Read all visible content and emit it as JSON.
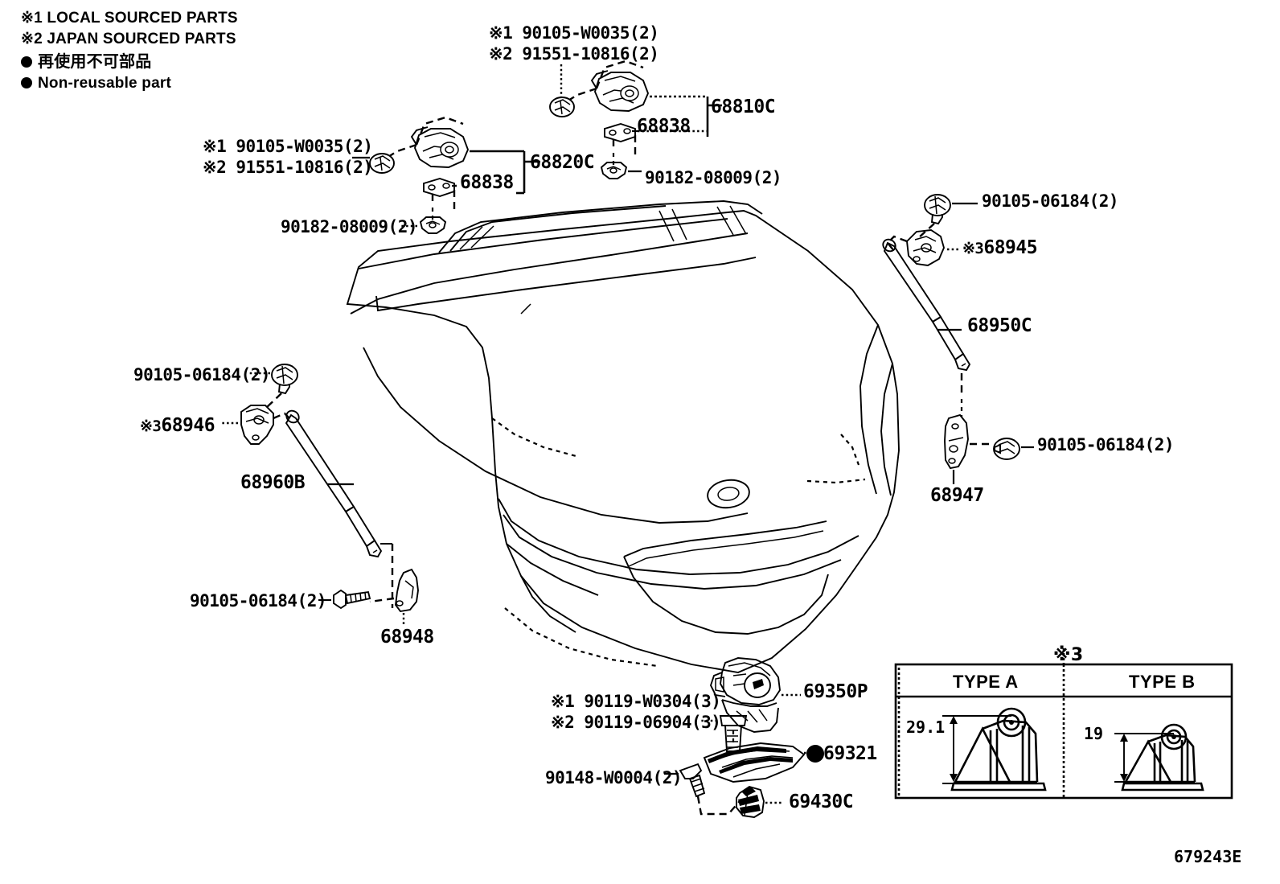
{
  "diagram": {
    "drawing_number": "679243E",
    "title_domain": "tailgate-assembly-parts-diagram"
  },
  "legend": {
    "mark1": "※1  LOCAL SOURCED PARTS",
    "mark2": "※2  JAPAN SOURCED PARTS",
    "nonreusable_jp": "再使用不可部品",
    "nonreusable_en": "Non-reusable part"
  },
  "labels": {
    "hinge_right_mark1": "※1 90105-W0035(2)",
    "hinge_right_mark2": "※2 91551-10816(2)",
    "hinge_right_group": "68810C",
    "hinge_right_shim": "68838",
    "hinge_right_nut": "90182-08009(2)",
    "hinge_left_mark1": "※1 90105-W0035(2)",
    "hinge_left_mark2": "※2 91551-10816(2)",
    "hinge_left_group": "68820C",
    "hinge_left_shim": "68838",
    "hinge_left_nut": "90182-08009(2)",
    "stay_rh_ball_top": "90105-06184(2)",
    "stay_rh_bracket_top": "68945",
    "stay_rh_bracket_top_mark": "※3",
    "stay_rh": "68950C",
    "stay_rh_ball_bottom": "90105-06184(2)",
    "stay_rh_bracket_bottom": "68947",
    "stay_lh_ball_top": "90105-06184(2)",
    "stay_lh_bracket_top": "68946",
    "stay_lh_bracket_top_mark": "※3",
    "stay_lh": "68960B",
    "stay_lh_ball_bottom": "90105-06184(2)",
    "stay_lh_bracket_bottom": "68948",
    "lock_assy": "69350P",
    "lock_screw_mark1": "※1 90119-W0304(3)",
    "lock_screw_mark2": "※2 90119-06904(3)",
    "striker_cover": "69321",
    "striker_cover_nonreusable": true,
    "striker_screw": "90148-W0004(2)",
    "striker": "69430C"
  },
  "inset": {
    "mark": "※3",
    "type_a_label": "TYPE A",
    "type_b_label": "TYPE B",
    "type_a_dim": "29.1",
    "type_b_dim": "19"
  },
  "colors": {
    "ink": "#000000",
    "paper": "#ffffff"
  }
}
